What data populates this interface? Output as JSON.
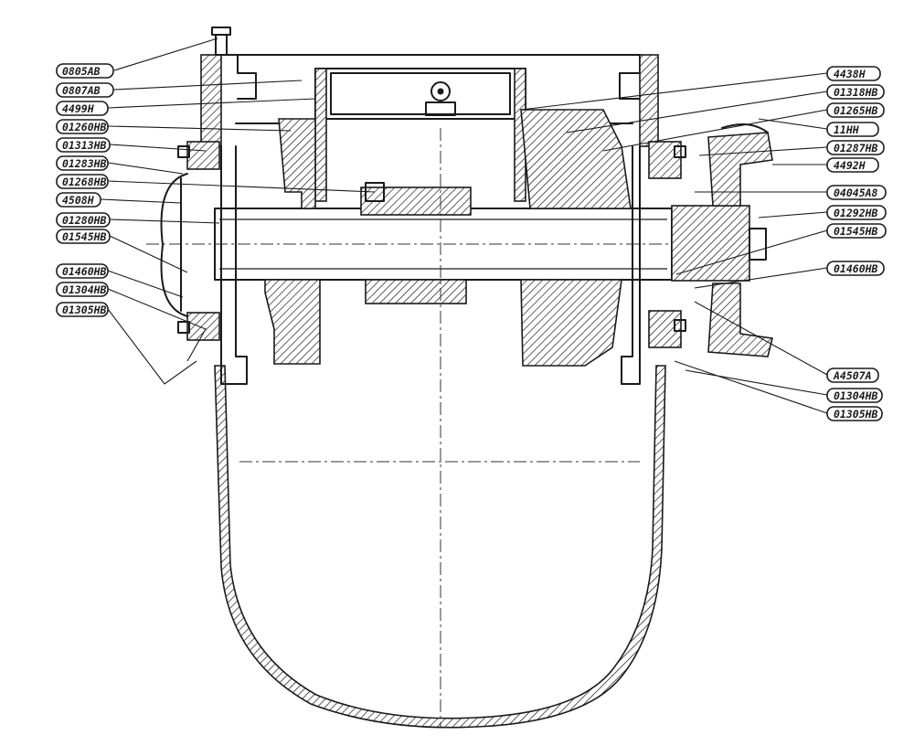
{
  "labels_left": [
    "0805AB",
    "0807AB",
    "4499H",
    "01260HB",
    "01313HB",
    "01283HB",
    "01268HB",
    "4508H",
    "01280HB",
    "01545HB",
    "01460HB",
    "01304HB",
    "01305HB"
  ],
  "labels_right": [
    "4438H",
    "01318HB",
    "01265HB",
    "11HH",
    "01287HB",
    "4492H",
    "04045A8",
    "01292HB",
    "01545HB",
    "01460HB",
    "A4507A",
    "01304HB",
    "01305HB"
  ],
  "colors": {
    "ink": "#1a1a1a",
    "paper": "#ffffff"
  }
}
